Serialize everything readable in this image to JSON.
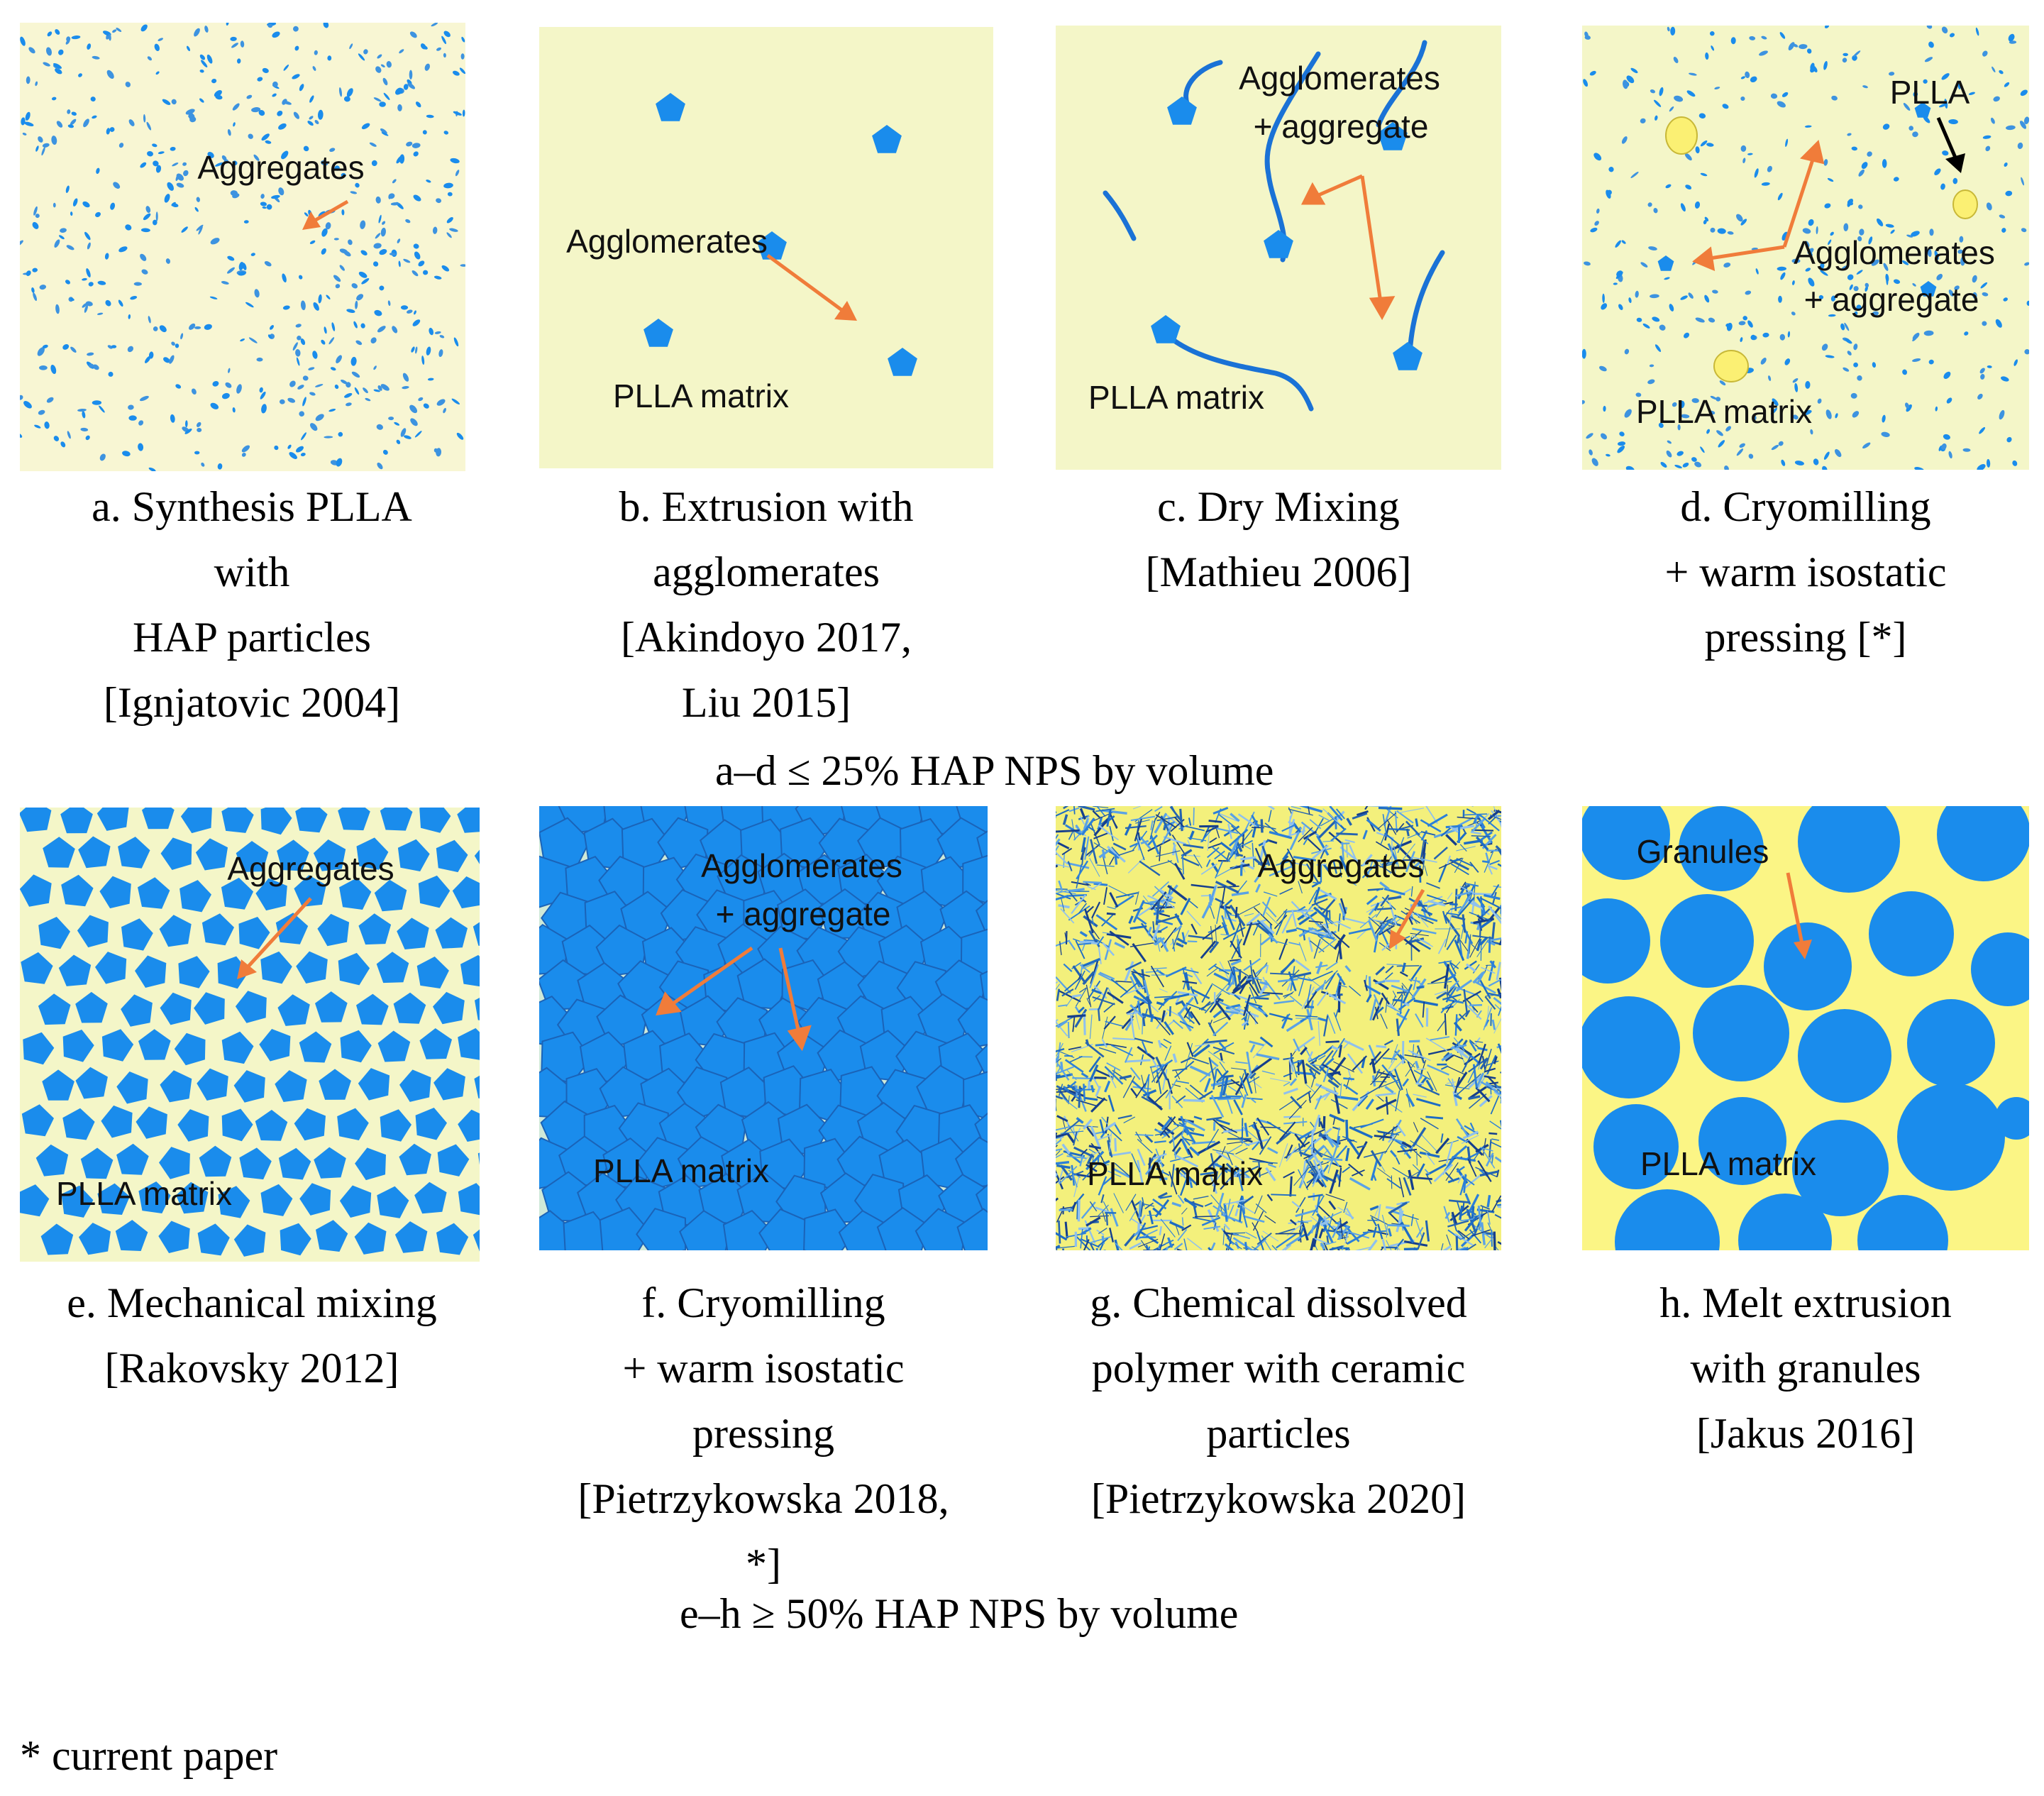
{
  "colors": {
    "matrix_light": "#f7f7d2",
    "matrix_mid": "#f4f6c8",
    "matrix_yellow": "#fdf57e",
    "hap_blue": "#1a8cec",
    "hap_dark": "#1e6cc4",
    "arrow_orange": "#f07c3a",
    "arrow_black": "#000000",
    "plla_yellow": "#fbf073"
  },
  "panels": [
    {
      "id": "a",
      "labels": [
        "Aggregates"
      ],
      "caption": [
        "a. Synthesis PLLA",
        "with",
        "HAP particles",
        "[Ignjatovic 2004]"
      ]
    },
    {
      "id": "b",
      "labels": [
        "Agglomerates",
        "PLLA matrix"
      ],
      "caption": [
        "b. Extrusion with",
        "agglomerates",
        "[Akindoyo 2017,",
        "Liu 2015]"
      ]
    },
    {
      "id": "c",
      "labels": [
        "Agglomerates",
        "+ aggregate",
        "PLLA matrix"
      ],
      "caption": [
        "c. Dry Mixing",
        "[Mathieu 2006]"
      ]
    },
    {
      "id": "d",
      "labels": [
        "PLLA",
        "Agglomerates",
        "+ aggregate",
        "PLLA matrix"
      ],
      "caption": [
        "d. Cryomilling",
        "+ warm isostatic",
        "pressing [*]"
      ]
    },
    {
      "id": "e",
      "labels": [
        "Aggregates",
        "PLLA matrix"
      ],
      "caption": [
        "e. Mechanical mixing",
        "[Rakovsky 2012]"
      ]
    },
    {
      "id": "f",
      "labels": [
        "Agglomerates",
        "+ aggregate",
        "PLLA matrix"
      ],
      "caption": [
        "f. Cryomilling",
        "+ warm isostatic",
        "pressing",
        "[Pietrzykowska 2018,",
        "*]"
      ]
    },
    {
      "id": "g",
      "labels": [
        "Aggregates",
        "PLLA matrix"
      ],
      "caption": [
        "g. Chemical dissolved",
        "polymer with ceramic",
        "particles",
        "[Pietrzykowska 2020]"
      ]
    },
    {
      "id": "h",
      "labels": [
        "Granules",
        "PLLA matrix"
      ],
      "caption": [
        "h. Melt extrusion",
        "with granules",
        "[Jakus 2016]"
      ]
    }
  ],
  "row_labels": {
    "top": "a–d ≤ 25% HAP NPS by volume",
    "bottom": "e–h ≥ 50% HAP NPS by volume"
  },
  "footnote": "* current paper"
}
